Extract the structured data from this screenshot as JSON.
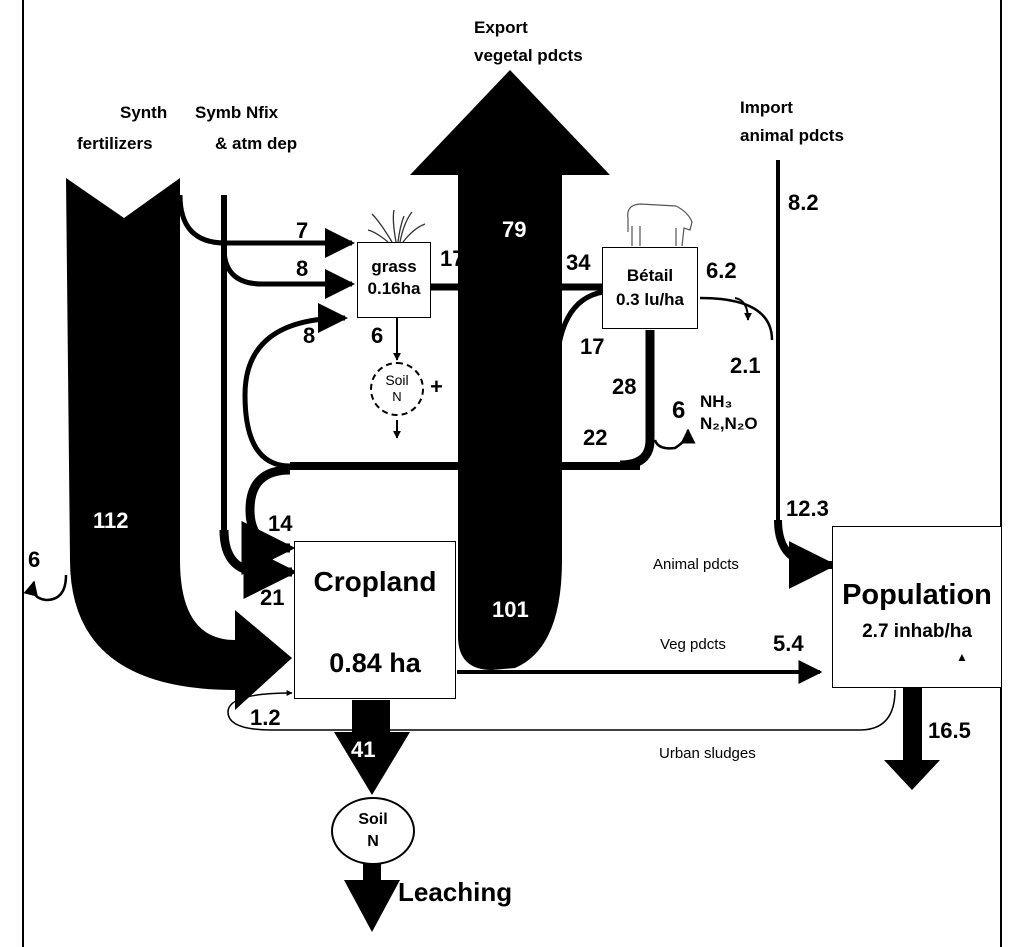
{
  "labels": {
    "synth": [
      "Synth",
      "fertilizers"
    ],
    "symb": [
      "Symb Nfix",
      "& atm dep"
    ],
    "export": [
      "Export",
      "vegetal pdcts"
    ],
    "import": [
      "Import",
      "animal pdcts"
    ],
    "animal_pdcts": "Animal pdcts",
    "veg_pdcts": "Veg pdcts",
    "urban_sludges": "Urban sludges",
    "leaching": "Leaching",
    "nh3": "NH₃",
    "n2_n2o": "N₂,N₂O",
    "plus": "+"
  },
  "nodes": {
    "grass": {
      "name": "grass",
      "area": "0.16ha"
    },
    "betail": {
      "name": "Bétail",
      "units": "0.3 lu/ha"
    },
    "cropland": {
      "name": "Cropland",
      "area": "0.84 ha"
    },
    "population": {
      "name": "Population",
      "density": "2.7 inhab/ha"
    },
    "soil_small": {
      "line1": "Soil",
      "line2": "N"
    },
    "soil_bottom": {
      "line1": "Soil",
      "line2": "N"
    }
  },
  "flows": {
    "synth_to_cropland": "112",
    "synth_loss": "6",
    "synth_to_grass": "7",
    "symb_to_grass": "8",
    "grass_to_betail": "17",
    "export": "79",
    "to_betail": "34",
    "betail_to_loop": "17",
    "betail_to_cropland": "28",
    "betail_emissions": "6",
    "betail_out": "6.2",
    "betail_to_population_loss": "2.1",
    "loop_to_grass": "8",
    "grass_to_soil": "6",
    "loop_22": "22",
    "loop_to_cropland": "14",
    "symb_to_cropland": "21",
    "cropland_to_export": "101",
    "import": "8.2",
    "animal_to_population": "12.3",
    "veg_to_population": "5.4",
    "population_out": "16.5",
    "sludge": "1.2",
    "cropland_to_soil": "41"
  }
}
